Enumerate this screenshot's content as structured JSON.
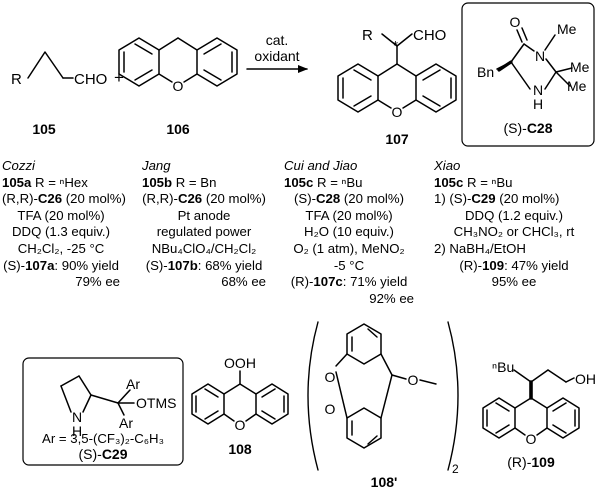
{
  "reaction": {
    "reactant_aldehyde": {
      "r": "R",
      "cho": "CHO",
      "label": "105"
    },
    "plus": "+",
    "xanthene": {
      "o": "O",
      "label": "106"
    },
    "arrow": {
      "line1": "cat.",
      "line2": "oxidant"
    },
    "product": {
      "r": "R",
      "star": "*",
      "cho": "CHO",
      "o": "O",
      "label": "107"
    }
  },
  "catalyst_c28": {
    "o": "O",
    "n_top": "N",
    "me1": "Me",
    "me2": "Me",
    "me3": "Me",
    "bn": "Bn",
    "nh_n": "N",
    "nh_h": "H",
    "label_prefix": "(S)-",
    "label_bold": "C28"
  },
  "conditions": [
    {
      "author": "Cozzi",
      "lines": [
        {
          "bold": "105a",
          "text": " R = ⁿHex"
        },
        {
          "text": "(R,R)-",
          "bold": "C26",
          "after": " (20 mol%)"
        },
        {
          "text": "TFA (20 mol%)"
        },
        {
          "text": "DDQ (1.3 equiv.)"
        },
        {
          "text": "CH₂Cl₂, -25 °C"
        },
        {
          "text": "(S)-",
          "bold": "107a",
          "after": ": 90% yield"
        },
        {
          "text": "79% ee"
        }
      ]
    },
    {
      "author": "Jang",
      "lines": [
        {
          "bold": "105b",
          "text": " R = Bn"
        },
        {
          "text": "(R,R)-",
          "bold": "C26",
          "after": " (20 mol%)"
        },
        {
          "text": "Pt anode"
        },
        {
          "text": "regulated power"
        },
        {
          "text": "NBu₄ClO₄/CH₂Cl₂"
        },
        {
          "text": "(S)-",
          "bold": "107b",
          "after": ": 68% yield"
        },
        {
          "text": "68% ee"
        }
      ]
    },
    {
      "author": "Cui and Jiao",
      "lines": [
        {
          "bold": "105c",
          "text": " R = ⁿBu"
        },
        {
          "text": "(S)-",
          "bold": "C28",
          "after": " (20 mol%)"
        },
        {
          "text": "TFA (20 mol%)"
        },
        {
          "text": "H₂O (10 equiv.)"
        },
        {
          "text": "O₂ (1 atm), MeNO₂"
        },
        {
          "text": "-5 °C"
        },
        {
          "text": "(R)-",
          "bold": "107c",
          "after": ": 71% yield"
        },
        {
          "text": "92% ee"
        }
      ]
    },
    {
      "author": "Xiao",
      "lines": [
        {
          "bold": "105c",
          "text": " R = ⁿBu"
        },
        {
          "text": "1) (S)-",
          "bold": "C29",
          "after": " (20 mol%)"
        },
        {
          "text": "DDQ (1.2 equiv.)"
        },
        {
          "text": "CH₃NO₂ or CHCl₃, rt"
        },
        {
          "text": "2)   NaBH₄/EtOH"
        },
        {
          "text": "(R)-",
          "bold": "109",
          "after": ": 47% yield"
        },
        {
          "text": "95% ee"
        }
      ]
    }
  ],
  "catalyst_c29": {
    "nh_n": "N",
    "nh_h": "H",
    "ar1": "Ar",
    "ar2": "Ar",
    "otms": "OTMS",
    "def_line": "Ar = 3,5-(CF₃)₂-C₆H₃",
    "label_prefix": "(S)-",
    "label_bold": "C29"
  },
  "hydroperoxide": {
    "ooh": "OOH",
    "o": "O",
    "label": "108"
  },
  "dimer": {
    "o1": "O",
    "o2": "O",
    "o_bridge": "O",
    "subscript": "2",
    "label": "108'"
  },
  "alcohol": {
    "bu": "ⁿBu",
    "oh": "OH",
    "o": "O",
    "label_prefix": "(R)-",
    "label_bold": "109"
  }
}
